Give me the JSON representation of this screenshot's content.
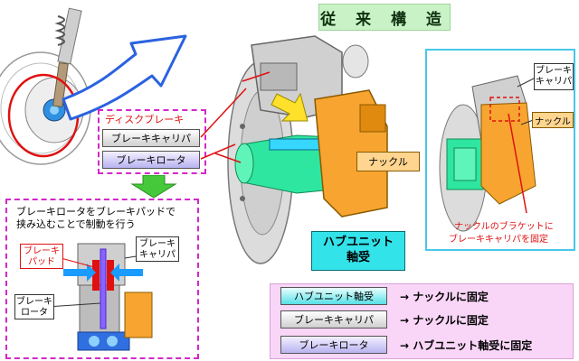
{
  "title": "従 来 構 造",
  "top_left_group": {
    "heading": "ディスクブレーキ",
    "caliper": "ブレーキキャリパ",
    "rotor": "ブレーキロータ"
  },
  "inset_panel": {
    "caption_line1": "ブレーキロータをブレーキパッドで",
    "caption_line2": "挟み込むことで制動を行う",
    "pad_line1": "ブレーキ",
    "pad_line2": "パッド",
    "caliper_line1": "ブレーキ",
    "caliper_line2": "キャリパ",
    "rotor_line1": "ブレーキ",
    "rotor_line2": "ロータ"
  },
  "main_diagram": {
    "knuckle": "ナックル",
    "hub_line1": "ハブユニット",
    "hub_line2": "軸受"
  },
  "right_panel": {
    "caliper_line1": "ブレーキ",
    "caliper_line2": "キャリパ",
    "knuckle": "ナックル",
    "note_line1": "ナックルのブラケットに",
    "note_line2": "ブレーキキャリパを固定"
  },
  "legend": [
    {
      "label": "ハブユニット軸受",
      "text": "→ ナックルに固定"
    },
    {
      "label": "ブレーキキャリパ",
      "text": "→ ナックルに固定"
    },
    {
      "label": "ブレーキロータ",
      "text": "→ ハブユニット軸受に固定"
    }
  ],
  "colors": {
    "hub": "#2ee6a0",
    "knuckle": "#f7a530",
    "caliper": "#c8c8c8",
    "rotor": "#d9d9d9",
    "accent_magenta": "#d228c8",
    "accent_red": "#e01010",
    "hub_label": "#33e3ea"
  }
}
